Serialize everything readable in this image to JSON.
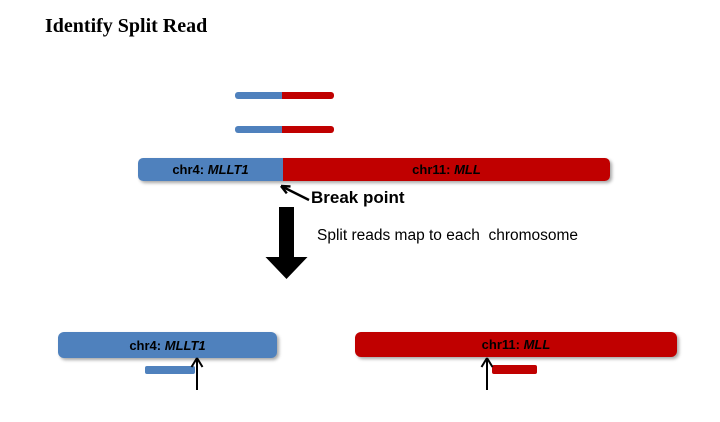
{
  "title": "Identify Split Read",
  "colors": {
    "chr4_blue": "#4F81BD",
    "chr11_red": "#C00000",
    "arrow_black": "#000000"
  },
  "labels": {
    "chr4_prefix": "chr4: ",
    "chr4_gene": "MLLT1",
    "chr11_prefix": "chr11: ",
    "chr11_gene": "MLL",
    "break_point": "Break point",
    "process": "Split reads map to each  chromosome"
  }
}
